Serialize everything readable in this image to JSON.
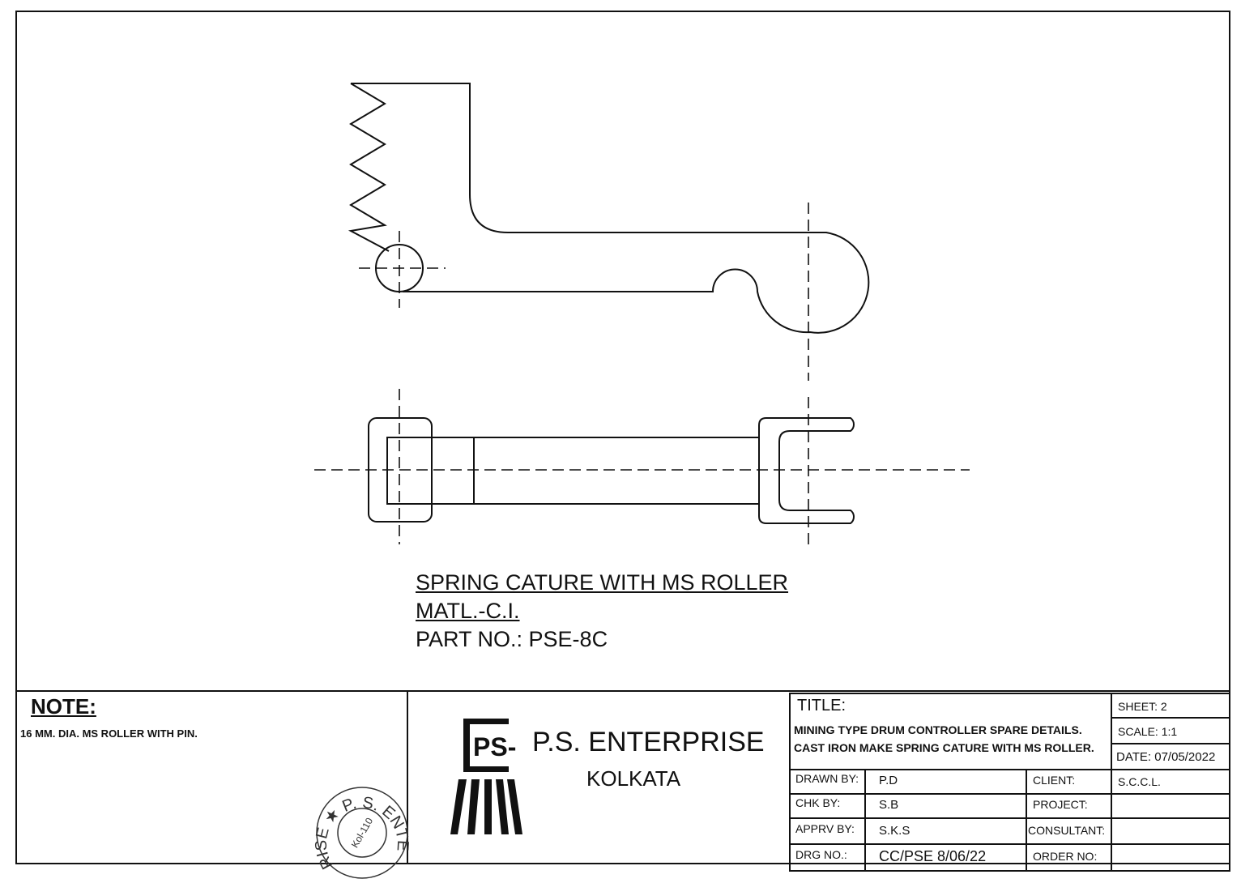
{
  "drawing": {
    "caption_title": "SPRING CATURE  WITH MS ROLLER",
    "caption_material": "MATL.-C.I.",
    "caption_part": "PART NO.: PSE-8C"
  },
  "note": {
    "heading": "NOTE:",
    "text": "16 MM. DIA. MS ROLLER WITH PIN."
  },
  "company": {
    "name": "P.S. ENTERPRISE",
    "city": "KOLKATA",
    "logo_text": "PS-",
    "stamp_text": "P.S. ENTERPRISE Kol-110"
  },
  "title_block": {
    "title_label": "TITLE:",
    "title_line1": "MINING TYPE DRUM CONTROLLER SPARE DETAILS.",
    "title_line2": "CAST IRON MAKE SPRING CATURE WITH MS ROLLER.",
    "sheet": "SHEET:  2",
    "scale": "SCALE:   1:1",
    "date": "DATE: 07/05/2022",
    "drawn_by_label": "DRAWN BY:",
    "drawn_by": "P.D",
    "chk_by_label": "CHK BY:",
    "chk_by": "S.B",
    "apprv_by_label": "APPRV BY:",
    "apprv_by": "S.K.S",
    "drg_no_label": "DRG NO.:",
    "drg_no": "CC/PSE 8/06/22",
    "client_label": "CLIENT:",
    "client": "S.C.C.L.",
    "project_label": "PROJECT:",
    "consultant_label": "CONSULTANT:",
    "order_no_label": "ORDER NO:"
  }
}
